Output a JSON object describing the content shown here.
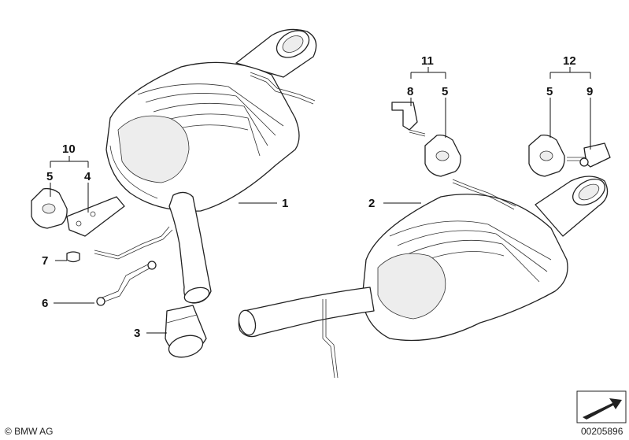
{
  "callouts": {
    "c1": "1",
    "c2": "2",
    "c3": "3",
    "c4": "4",
    "c5a": "5",
    "c5b": "5",
    "c5c": "5",
    "c6": "6",
    "c7": "7",
    "c8": "8",
    "c9": "9",
    "c10": "10",
    "c11": "11",
    "c12": "12"
  },
  "footer": {
    "copyright": "© BMW AG",
    "drawing_number": "00205896"
  }
}
